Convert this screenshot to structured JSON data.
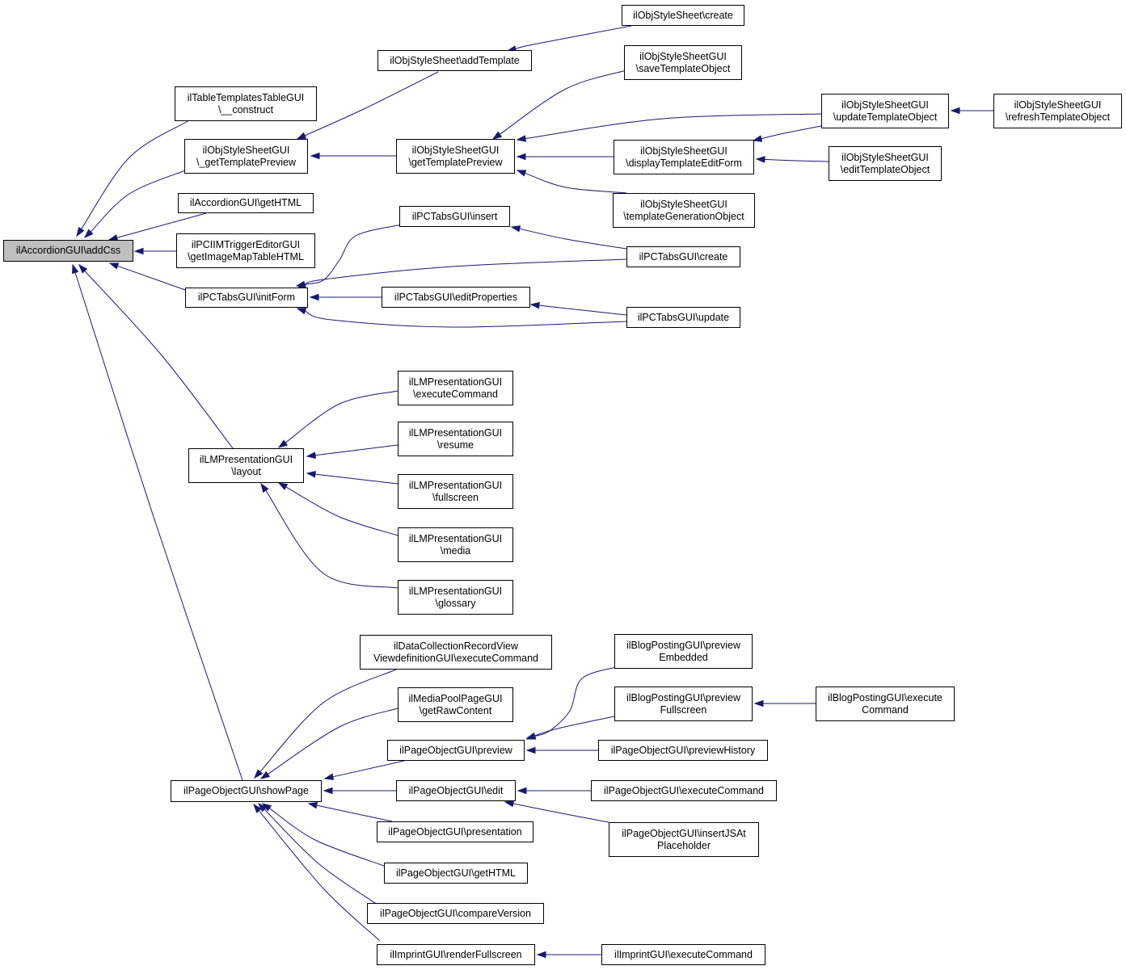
{
  "colors": {
    "edge": "#191970",
    "root_fill": "#bfbfbf",
    "node_fill": "#ffffff",
    "border": "#000000"
  },
  "nodes": [
    {
      "id": "root",
      "lines": [
        "ilAccordionGUI\\addCss"
      ]
    },
    {
      "id": "tt",
      "lines": [
        "ilTableTemplatesTableGUI",
        "\\__construct"
      ]
    },
    {
      "id": "gtp1",
      "lines": [
        "ilObjStyleSheetGUI",
        "\\_getTemplatePreview"
      ]
    },
    {
      "id": "acch",
      "lines": [
        "ilAccordionGUI\\getHTML"
      ]
    },
    {
      "id": "pcim",
      "lines": [
        "ilPCIIMTriggerEditorGUI",
        "\\getImageMapTableHTML"
      ]
    },
    {
      "id": "pcinit",
      "lines": [
        "ilPCTabsGUI\\initForm"
      ]
    },
    {
      "id": "lmlayout",
      "lines": [
        "ilLMPresentationGUI",
        "\\layout"
      ]
    },
    {
      "id": "show",
      "lines": [
        "ilPageObjectGUI\\showPage"
      ]
    },
    {
      "id": "addtpl",
      "lines": [
        "ilObjStyleSheet\\addTemplate"
      ]
    },
    {
      "id": "gtp2",
      "lines": [
        "ilObjStyleSheetGUI",
        "\\getTemplatePreview"
      ]
    },
    {
      "id": "pcins",
      "lines": [
        "ilPCTabsGUI\\insert"
      ]
    },
    {
      "id": "pcedit",
      "lines": [
        "ilPCTabsGUI\\editProperties"
      ]
    },
    {
      "id": "lmexec",
      "lines": [
        "ilLMPresentationGUI",
        "\\executeCommand"
      ]
    },
    {
      "id": "lmres",
      "lines": [
        "ilLMPresentationGUI",
        "\\resume"
      ]
    },
    {
      "id": "lmfull",
      "lines": [
        "ilLMPresentationGUI",
        "\\fullscreen"
      ]
    },
    {
      "id": "lmmed",
      "lines": [
        "ilLMPresentationGUI",
        "\\media"
      ]
    },
    {
      "id": "lmglo",
      "lines": [
        "ilLMPresentationGUI",
        "\\glossary"
      ]
    },
    {
      "id": "dc",
      "lines": [
        "ilDataCollectionRecordView",
        "ViewdefinitionGUI\\executeCommand"
      ]
    },
    {
      "id": "mp",
      "lines": [
        "ilMediaPoolPageGUI",
        "\\getRawContent"
      ]
    },
    {
      "id": "pprev",
      "lines": [
        "ilPageObjectGUI\\preview"
      ]
    },
    {
      "id": "pedit",
      "lines": [
        "ilPageObjectGUI\\edit"
      ]
    },
    {
      "id": "ppres",
      "lines": [
        "ilPageObjectGUI\\presentation"
      ]
    },
    {
      "id": "phtml",
      "lines": [
        "ilPageObjectGUI\\getHTML"
      ]
    },
    {
      "id": "pcomp",
      "lines": [
        "ilPageObjectGUI\\compareVersion"
      ]
    },
    {
      "id": "imp",
      "lines": [
        "ilImprintGUI\\renderFullscreen"
      ]
    },
    {
      "id": "osscreate",
      "lines": [
        "ilObjStyleSheet\\create"
      ]
    },
    {
      "id": "save",
      "lines": [
        "ilObjStyleSheetGUI",
        "\\saveTemplateObject"
      ]
    },
    {
      "id": "disp",
      "lines": [
        "ilObjStyleSheetGUI",
        "\\displayTemplateEditForm"
      ]
    },
    {
      "id": "tgen",
      "lines": [
        "ilObjStyleSheetGUI",
        "\\templateGenerationObject"
      ]
    },
    {
      "id": "pccreate",
      "lines": [
        "ilPCTabsGUI\\create"
      ]
    },
    {
      "id": "pcupd",
      "lines": [
        "ilPCTabsGUI\\update"
      ]
    },
    {
      "id": "blogemb",
      "lines": [
        "ilBlogPostingGUI\\preview",
        "Embedded"
      ]
    },
    {
      "id": "blogfull",
      "lines": [
        "ilBlogPostingGUI\\preview",
        "Fullscreen"
      ]
    },
    {
      "id": "prevhist",
      "lines": [
        "ilPageObjectGUI\\previewHistory"
      ]
    },
    {
      "id": "pexec",
      "lines": [
        "ilPageObjectGUI\\executeCommand"
      ]
    },
    {
      "id": "pjs",
      "lines": [
        "ilPageObjectGUI\\insertJSAt",
        "Placeholder"
      ]
    },
    {
      "id": "impexec",
      "lines": [
        "ilImprintGUI\\executeCommand"
      ]
    },
    {
      "id": "upd",
      "lines": [
        "ilObjStyleSheetGUI",
        "\\updateTemplateObject"
      ]
    },
    {
      "id": "editto",
      "lines": [
        "ilObjStyleSheetGUI",
        "\\editTemplateObject"
      ]
    },
    {
      "id": "blogexec",
      "lines": [
        "ilBlogPostingGUI\\execute",
        "Command"
      ]
    },
    {
      "id": "refresh",
      "lines": [
        "ilObjStyleSheetGUI",
        "\\refreshTemplateObject"
      ]
    }
  ],
  "edges": [
    {
      "from": "tt",
      "to": "root"
    },
    {
      "from": "gtp1",
      "to": "root"
    },
    {
      "from": "acch",
      "to": "root"
    },
    {
      "from": "pcim",
      "to": "root"
    },
    {
      "from": "pcinit",
      "to": "root"
    },
    {
      "from": "lmlayout",
      "to": "root"
    },
    {
      "from": "show",
      "to": "root"
    },
    {
      "from": "addtpl",
      "to": "gtp1"
    },
    {
      "from": "gtp2",
      "to": "gtp1"
    },
    {
      "from": "pcins",
      "to": "pcinit"
    },
    {
      "from": "pcedit",
      "to": "pcinit"
    },
    {
      "from": "pccreate",
      "to": "pcinit"
    },
    {
      "from": "pcupd",
      "to": "pcinit"
    },
    {
      "from": "lmexec",
      "to": "lmlayout"
    },
    {
      "from": "lmres",
      "to": "lmlayout"
    },
    {
      "from": "lmfull",
      "to": "lmlayout"
    },
    {
      "from": "lmmed",
      "to": "lmlayout"
    },
    {
      "from": "lmglo",
      "to": "lmlayout"
    },
    {
      "from": "dc",
      "to": "show"
    },
    {
      "from": "mp",
      "to": "show"
    },
    {
      "from": "pprev",
      "to": "show"
    },
    {
      "from": "pedit",
      "to": "show"
    },
    {
      "from": "ppres",
      "to": "show"
    },
    {
      "from": "phtml",
      "to": "show"
    },
    {
      "from": "pcomp",
      "to": "show"
    },
    {
      "from": "imp",
      "to": "show"
    },
    {
      "from": "osscreate",
      "to": "addtpl"
    },
    {
      "from": "save",
      "to": "gtp2"
    },
    {
      "from": "upd",
      "to": "gtp2"
    },
    {
      "from": "disp",
      "to": "gtp2"
    },
    {
      "from": "tgen",
      "to": "gtp2"
    },
    {
      "from": "pccreate",
      "to": "pcins"
    },
    {
      "from": "pcupd",
      "to": "pcedit"
    },
    {
      "from": "blogemb",
      "to": "pprev"
    },
    {
      "from": "blogfull",
      "to": "pprev"
    },
    {
      "from": "prevhist",
      "to": "pprev"
    },
    {
      "from": "pexec",
      "to": "pedit"
    },
    {
      "from": "pjs",
      "to": "pedit"
    },
    {
      "from": "impexec",
      "to": "imp"
    },
    {
      "from": "upd",
      "to": "disp"
    },
    {
      "from": "editto",
      "to": "disp"
    },
    {
      "from": "blogexec",
      "to": "blogfull"
    },
    {
      "from": "refresh",
      "to": "upd"
    }
  ]
}
